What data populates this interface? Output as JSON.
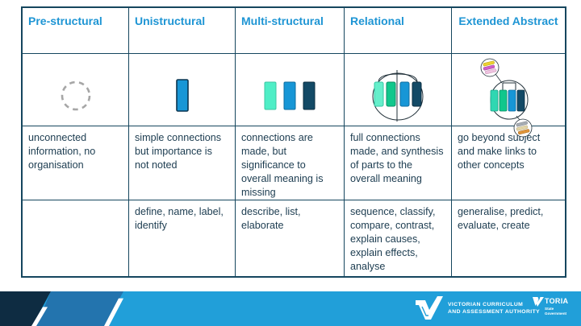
{
  "table": {
    "columns": [
      {
        "header": "Pre-structural",
        "icon": "dashed-circle",
        "description": "unconnected information, no organisation",
        "verbs": ""
      },
      {
        "header": "Unistructural",
        "icon": "single-bar",
        "description": "simple connections but importance is not noted",
        "verbs": "define, name, label, identify"
      },
      {
        "header": "Multi-structural",
        "icon": "three-separate-bars",
        "description": "connections are made, but significance to overall meaning is missing",
        "verbs": "describe, list, elaborate"
      },
      {
        "header": "Relational",
        "icon": "connected-bars",
        "description": "full connections made, and synthesis of parts to the overall meaning",
        "verbs": "sequence, classify, compare, contrast, explain causes, explain effects, analyse"
      },
      {
        "header": "Extended Abstract",
        "icon": "linked-concept-clusters",
        "description": "go beyond subject and make links to other concepts",
        "verbs": "generalise, predict, evaluate, create"
      }
    ]
  },
  "footer": {
    "vcaa_line1": "VICTORIAN CURRICULUM",
    "vcaa_line2": "AND ASSESSMENT AUTHORITY",
    "victoria_full": "VICTORIA",
    "victoria_word_rest": "TORIA",
    "victoria_sub1": "State",
    "victoria_sub2": "Government"
  },
  "colors": {
    "heading_blue": "#1e95d4",
    "body_text": "#1c3c50",
    "table_border": "#15465e",
    "bar_blue": "#1796d6",
    "bar_mint": "#4feec6",
    "bar_green": "#10c78c",
    "bar_navy": "#134a66",
    "footer_light_blue": "#219fd9",
    "footer_mid_blue": "#2374ae",
    "footer_navy": "#0e2c42"
  }
}
